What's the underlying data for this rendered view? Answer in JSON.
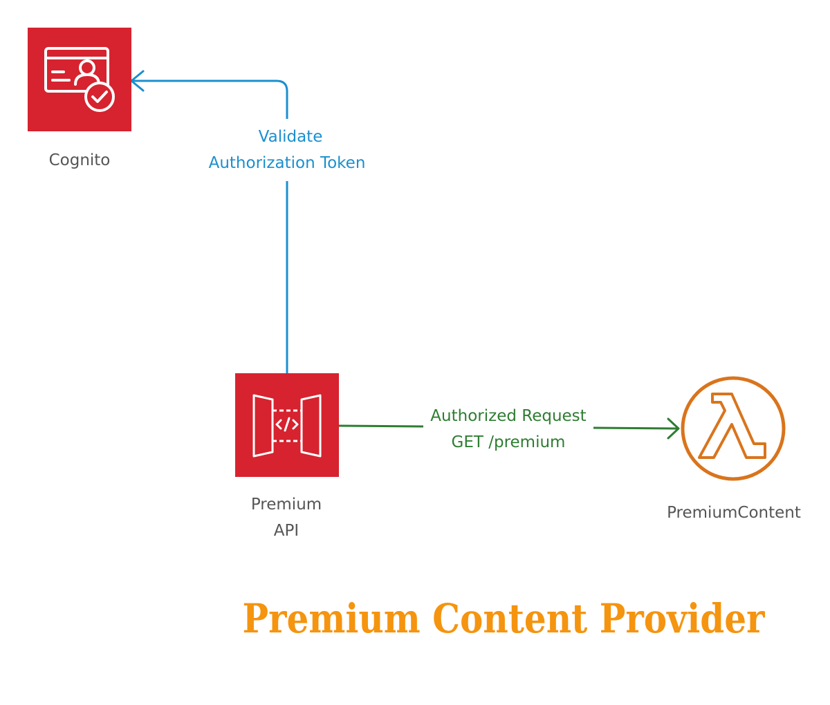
{
  "nodes": {
    "cognito": {
      "label": "Cognito",
      "icon": "cognito-icon",
      "color": "#d6232f"
    },
    "premium_api": {
      "label_line1": "Premium",
      "label_line2": "API",
      "icon": "api-gateway-icon",
      "color": "#d6232f"
    },
    "premium_content": {
      "label": "PremiumContent",
      "icon": "lambda-icon",
      "color": "#d9741c"
    }
  },
  "edges": {
    "validate": {
      "line1": "Validate",
      "line2": "Authorization Token",
      "color": "#1a8fcf"
    },
    "request": {
      "line1": "Authorized Request",
      "line2": "GET /premium",
      "color": "#2e7d32"
    }
  },
  "title": {
    "text": "Premium Content Provider",
    "color": "#f5940f"
  }
}
